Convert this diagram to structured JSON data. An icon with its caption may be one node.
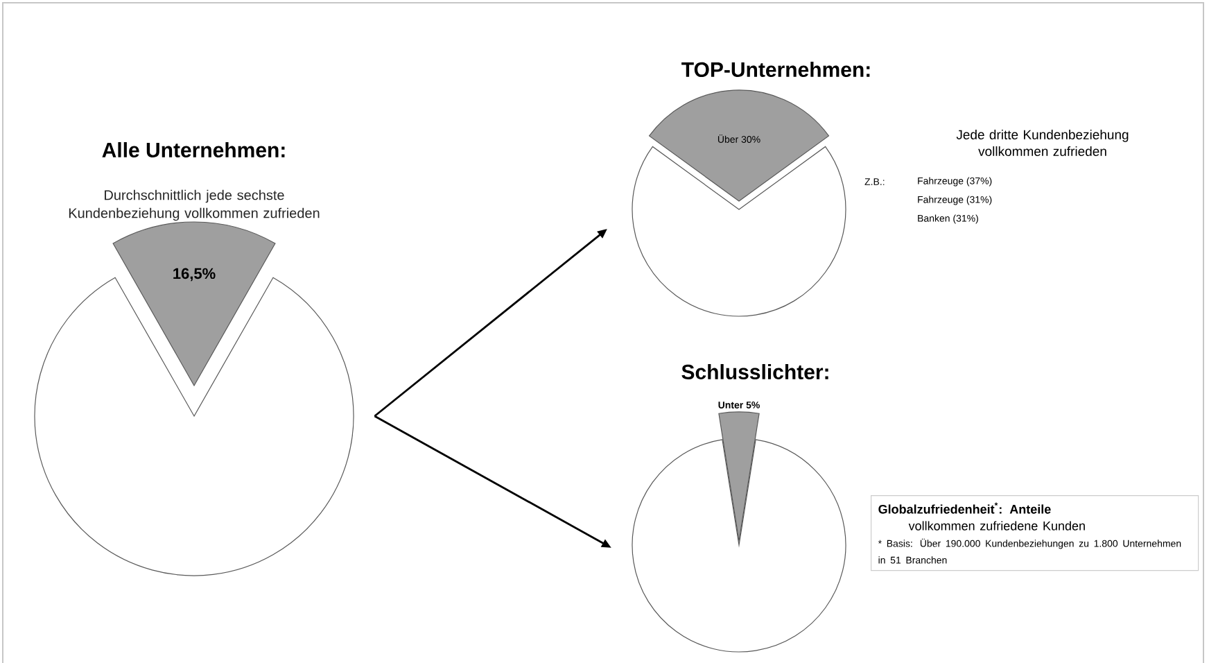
{
  "diagram": {
    "nodes": [
      {
        "text": [
          "Alle Unternehmen:",
          "Durchschnittlich jede sechste Kundenbeziehung vollkommen zufrieden",
          "16,5%"
        ]
      },
      {
        "text": [
          "TOP-Unternehmen:",
          "Über 30%"
        ]
      },
      {
        "text": [
          "Schlusslichter:",
          "Unter 5%"
        ]
      },
      {
        "text": [
          "Globalzufriedenheit$^{*}$: Anteile",
          "vollkommen zufriedene Kunden",
          "* Basis: Über 190.000 Kundenbeziehungen zu 1.800 Unternehmen in 51 Branchen"
        ]
      }
    ],
    "edges": [
      {
        "from": 0,
        "to": 1,
        "arrow": "to"
      },
      {
        "from": 0,
        "to": 2,
        "arrow": "to"
      }
    ],
    "labels": [
      "Jede dritte Kundenbeziehung vollkommen zufrieden",
      "Z.B.:",
      "Fahrzeuge (37%)",
      "Fahrzeuge (31%)",
      "Banken (31%)"
    ]
  }
}
